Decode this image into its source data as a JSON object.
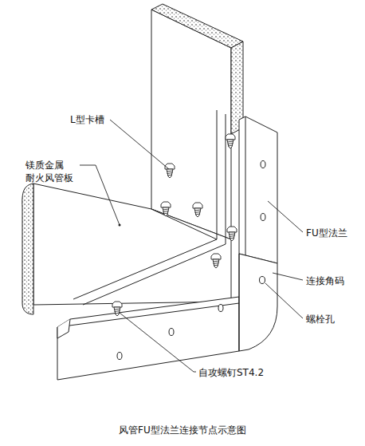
{
  "diagram": {
    "caption": "风管FU型法兰连接节点示意图",
    "labels": [
      "L型卡槽",
      "镁质金属 耐火风管板",
      "FU型法兰",
      "连接角码",
      "螺栓孔",
      "自攻螺钉ST4.2"
    ]
  }
}
